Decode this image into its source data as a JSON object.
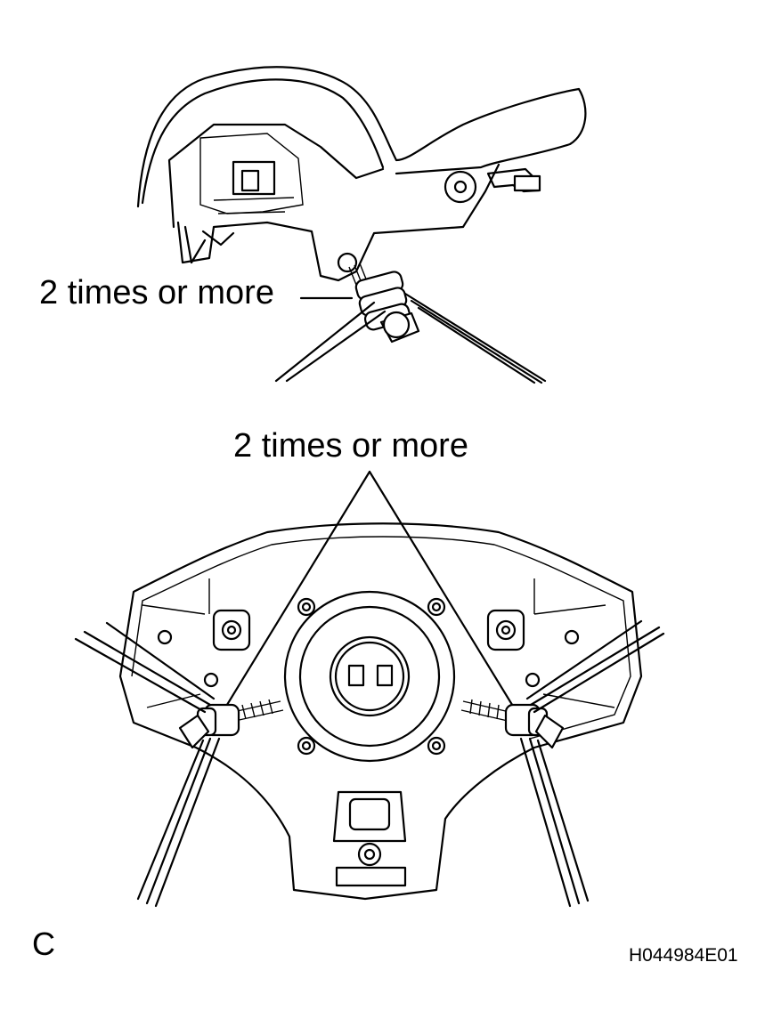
{
  "figure": {
    "top_callout": "2 times or more",
    "bottom_callout": "2 times or more",
    "panel_letter": "C",
    "figure_code": "H044984E01"
  },
  "colors": {
    "line": "#000000",
    "background": "#ffffff"
  },
  "icons": [
    "steering-wheel-pad-side-view",
    "steering-wheel-rear-view",
    "bolt-icon",
    "wire-tool-icon"
  ]
}
